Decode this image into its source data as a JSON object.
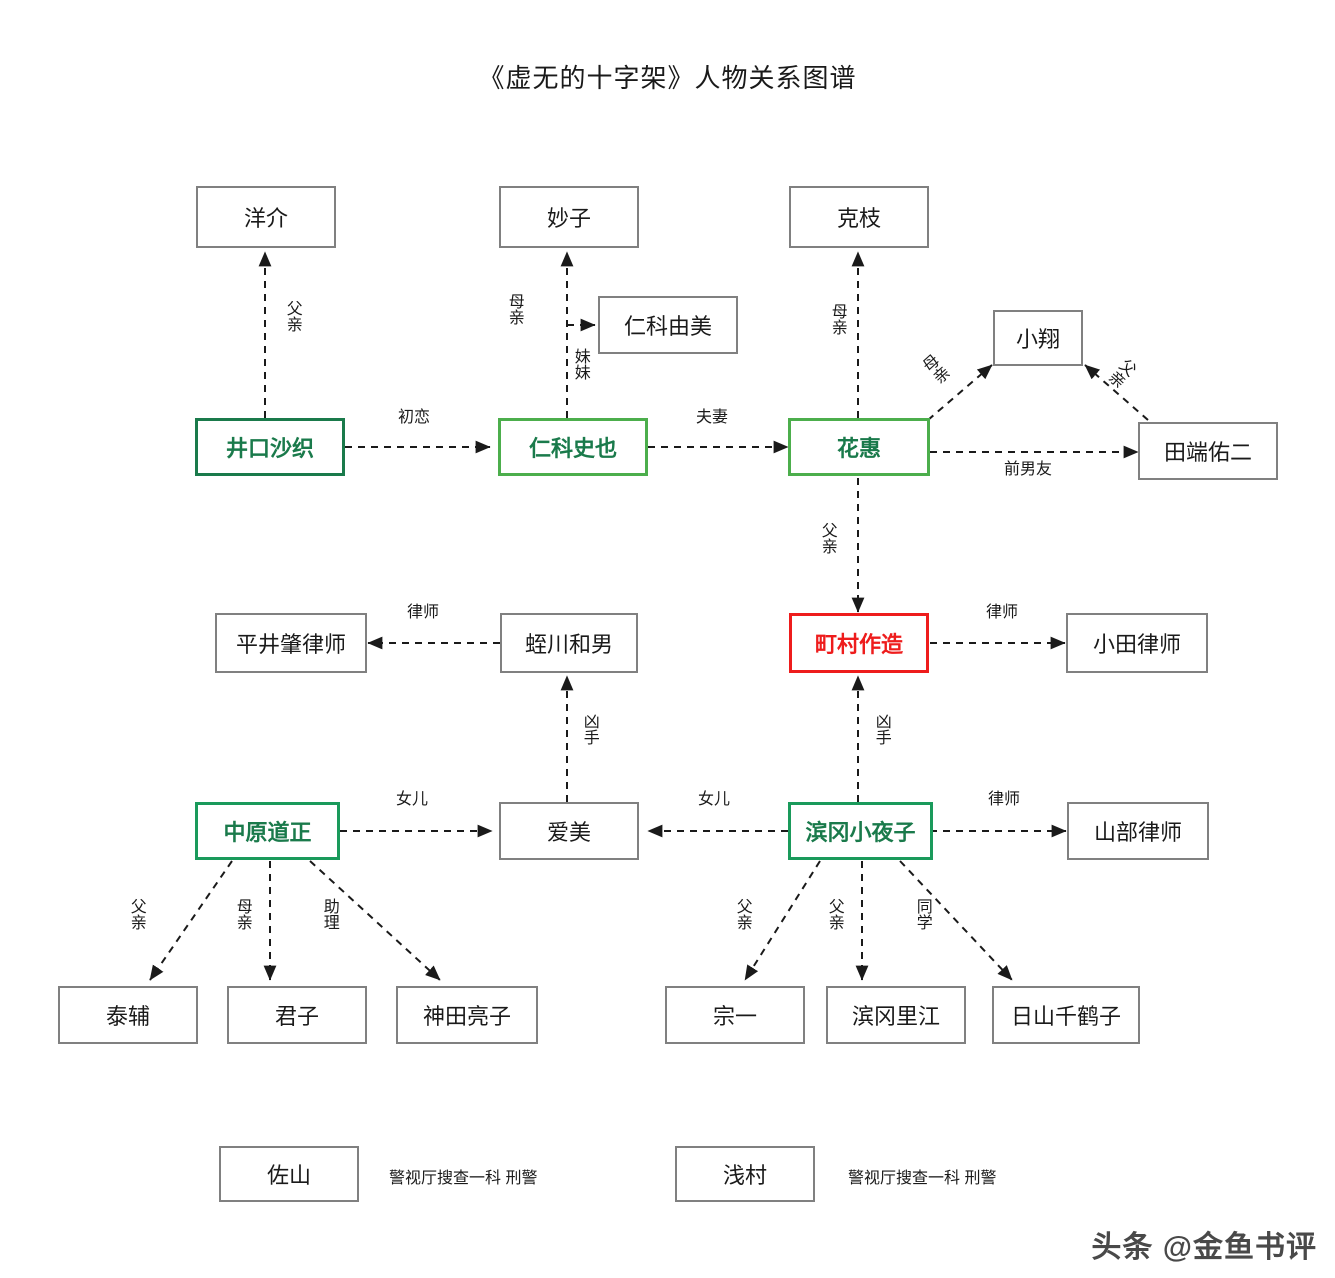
{
  "title": "《虚无的十字架》人物关系图谱",
  "watermark": "头条 @金鱼书评",
  "colors": {
    "box_border": "#808080",
    "highlight_green_dark": "#1a7a4b",
    "highlight_green_light": "#4cae4c",
    "highlight_red": "#ee1c1c",
    "text": "#1a1a1a",
    "background": "#ffffff"
  },
  "nodes": [
    {
      "id": "yangjie",
      "label": "洋介",
      "style": "plain"
    },
    {
      "id": "miaozi",
      "label": "妙子",
      "style": "plain"
    },
    {
      "id": "kezhi",
      "label": "克枝",
      "style": "plain"
    },
    {
      "id": "renkeyoumei",
      "label": "仁科由美",
      "style": "plain"
    },
    {
      "id": "xiaoxiang",
      "label": "小翔",
      "style": "plain"
    },
    {
      "id": "jingkoushazhi",
      "label": "井口沙织",
      "style": "green-dark"
    },
    {
      "id": "renkeshiye",
      "label": "仁科史也",
      "style": "green-light"
    },
    {
      "id": "huahui",
      "label": "花惠",
      "style": "green-light"
    },
    {
      "id": "tianduanyouer",
      "label": "田端佑二",
      "style": "plain"
    },
    {
      "id": "pingjingzhao",
      "label": "平井肇律师",
      "style": "plain"
    },
    {
      "id": "zhichuanhenan",
      "label": "蛭川和男",
      "style": "plain"
    },
    {
      "id": "dingcunzuozao",
      "label": "町村作造",
      "style": "red"
    },
    {
      "id": "xiaotianlvshi",
      "label": "小田律师",
      "style": "plain"
    },
    {
      "id": "zhongyuandaozheng",
      "label": "中原道正",
      "style": "green-mid"
    },
    {
      "id": "aimei",
      "label": "爱美",
      "style": "plain"
    },
    {
      "id": "bingangxiaoyezi",
      "label": "滨冈小夜子",
      "style": "green-mid"
    },
    {
      "id": "shanbulvshi",
      "label": "山部律师",
      "style": "plain"
    },
    {
      "id": "taifu",
      "label": "泰辅",
      "style": "plain"
    },
    {
      "id": "junzi",
      "label": "君子",
      "style": "plain"
    },
    {
      "id": "shentianliangzi",
      "label": "神田亮子",
      "style": "plain"
    },
    {
      "id": "zongyi",
      "label": "宗一",
      "style": "plain"
    },
    {
      "id": "bingangrijiang",
      "label": "滨冈里江",
      "style": "plain"
    },
    {
      "id": "rishanqianhezi",
      "label": "日山千鹤子",
      "style": "plain"
    },
    {
      "id": "zuoshan",
      "label": "佐山",
      "style": "plain"
    },
    {
      "id": "qiancun",
      "label": "浅村",
      "style": "plain"
    }
  ],
  "edges": [
    {
      "from": "jingkoushazhi",
      "to": "yangjie",
      "label": "父亲",
      "orient": "vertical"
    },
    {
      "from": "renkeshiye",
      "to": "miaozi",
      "label": "母亲",
      "orient": "vertical"
    },
    {
      "from": "renkeshiye",
      "to": "renkeyoumei",
      "label": "妹妹",
      "orient": "vertical"
    },
    {
      "from": "jingkoushazhi",
      "to": "renkeshiye",
      "label": "初恋",
      "orient": "horizontal"
    },
    {
      "from": "renkeshiye",
      "to": "huahui",
      "label": "夫妻",
      "orient": "horizontal"
    },
    {
      "from": "huahui",
      "to": "kezhi",
      "label": "母亲",
      "orient": "vertical"
    },
    {
      "from": "huahui",
      "to": "xiaoxiang",
      "label": "母亲",
      "orient": "diagonal"
    },
    {
      "from": "tianduanyouer",
      "to": "xiaoxiang",
      "label": "父亲",
      "orient": "diagonal"
    },
    {
      "from": "huahui",
      "to": "tianduanyouer",
      "label": "前男友",
      "orient": "horizontal"
    },
    {
      "from": "huahui",
      "to": "dingcunzuozao",
      "label": "父亲",
      "orient": "vertical"
    },
    {
      "from": "zhichuanhenan",
      "to": "pingjingzhao",
      "label": "律师",
      "orient": "horizontal"
    },
    {
      "from": "dingcunzuozao",
      "to": "xiaotianlvshi",
      "label": "律师",
      "orient": "horizontal"
    },
    {
      "from": "aimei",
      "to": "zhichuanhenan",
      "label": "凶手",
      "orient": "vertical"
    },
    {
      "from": "bingangxiaoyezi",
      "to": "dingcunzuozao",
      "label": "凶手",
      "orient": "vertical"
    },
    {
      "from": "zhongyuandaozheng",
      "to": "aimei",
      "label": "女儿",
      "orient": "horizontal"
    },
    {
      "from": "bingangxiaoyezi",
      "to": "aimei",
      "label": "女儿",
      "orient": "horizontal"
    },
    {
      "from": "bingangxiaoyezi",
      "to": "shanbulvshi",
      "label": "律师",
      "orient": "horizontal"
    },
    {
      "from": "zhongyuandaozheng",
      "to": "taifu",
      "label": "父亲",
      "orient": "diagonal"
    },
    {
      "from": "zhongyuandaozheng",
      "to": "junzi",
      "label": "母亲",
      "orient": "vertical"
    },
    {
      "from": "zhongyuandaozheng",
      "to": "shentianliangzi",
      "label": "助理",
      "orient": "diagonal"
    },
    {
      "from": "bingangxiaoyezi",
      "to": "zongyi",
      "label": "父亲",
      "orient": "diagonal"
    },
    {
      "from": "bingangxiaoyezi",
      "to": "bingangrijiang",
      "label": "父亲",
      "orient": "vertical"
    },
    {
      "from": "bingangxiaoyezi",
      "to": "rishanqianhezi",
      "label": "同学",
      "orient": "diagonal"
    }
  ],
  "legend": [
    {
      "name": "佐山",
      "note": "警视厅搜查一科 刑警"
    },
    {
      "name": "浅村",
      "note": "警视厅搜查一科 刑警"
    }
  ]
}
